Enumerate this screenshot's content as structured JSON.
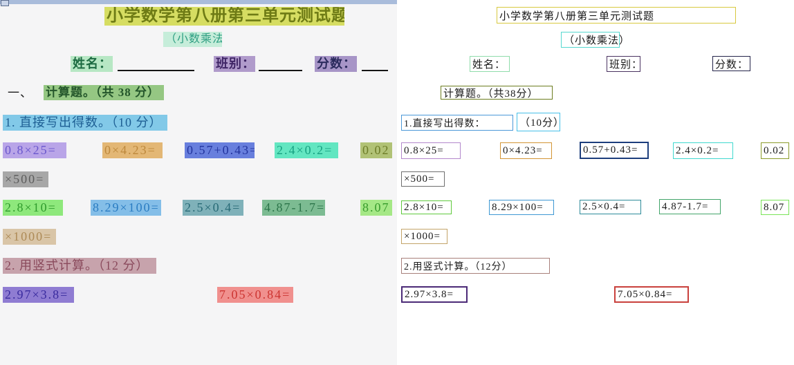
{
  "app": {
    "left_bg": "#f5f5f6",
    "right_bg": "#ffffff",
    "topbar_color": "#a9bcdb",
    "corner_icon": "window-corner-icon"
  },
  "test_paper": {
    "title": "小学数学第八册第三单元测试题",
    "subtitle": "（小数乘法）",
    "section_total_points": "共38分",
    "q1_points": "10分",
    "q2_points": "12分"
  },
  "left": {
    "regions": [
      {
        "id": "title",
        "text": "小学数学第八册第三单元测试题",
        "fill": "#d6dd62",
        "color": "#6e7b15"
      },
      {
        "id": "subtitle",
        "text": "（小数乘法）",
        "fill": "#c6edda",
        "color": "#2e9e82"
      },
      {
        "id": "name-label",
        "text": "姓名：",
        "fill": "#b7e7c4",
        "color": "#1d6b42"
      },
      {
        "id": "class-label",
        "text": "班别：",
        "fill": "#b09bcb",
        "color": "#3f2566"
      },
      {
        "id": "score-label",
        "text": "分数：",
        "fill": "#a795c7",
        "color": "#2a2a5c"
      },
      {
        "id": "section-number",
        "text": "一、",
        "fill": "transparent",
        "color": "#1a1a1a"
      },
      {
        "id": "section-title",
        "text": "计算题。（共 38 分）",
        "fill": "#95c783",
        "color": "#24562b"
      },
      {
        "id": "q1-title",
        "text": "1. 直接写出得数。（10 分）",
        "fill": "#82c9e8",
        "color": "#1d5e93"
      },
      {
        "id": "p1",
        "text": "0.8×25=",
        "fill": "#b9a5e8",
        "color": "#6a57cd"
      },
      {
        "id": "p2",
        "text": "0×4.23=",
        "fill": "#e3b775",
        "color": "#bd883c"
      },
      {
        "id": "p3",
        "text": "0.57+0.43=",
        "fill": "#687fdd",
        "color": "#22349e"
      },
      {
        "id": "p4",
        "text": "2.4×0.2=",
        "fill": "#63e6c1",
        "color": "#17a182"
      },
      {
        "id": "p5a",
        "text": "0.02",
        "fill": "#b1c276",
        "color": "#6d7c28"
      },
      {
        "id": "p5b",
        "text": "×500=",
        "fill": "#a7a7a7",
        "color": "#5c5c5c"
      },
      {
        "id": "p6",
        "text": "2.8×10=",
        "fill": "#8ee87c",
        "color": "#2f9b2c"
      },
      {
        "id": "p7",
        "text": "8.29×100=",
        "fill": "#84bee8",
        "color": "#2a7cc2"
      },
      {
        "id": "p8",
        "text": "2.5×0.4=",
        "fill": "#7fb1b9",
        "color": "#286a76"
      },
      {
        "id": "p9",
        "text": "4.87-1.7=",
        "fill": "#7cbb92",
        "color": "#2b7449"
      },
      {
        "id": "p10a",
        "text": "8.07",
        "fill": "#a5e886",
        "color": "#379b2c"
      },
      {
        "id": "p10b",
        "text": "×1000=",
        "fill": "#d9c5a7",
        "color": "#ad8a56"
      },
      {
        "id": "q2-title",
        "text": "2. 用竖式计算。（12 分）",
        "fill": "#c7a3ac",
        "color": "#8a4a5c"
      },
      {
        "id": "p11",
        "text": "2.97×3.8=",
        "fill": "#8f7cd2",
        "color": "#392a9e"
      },
      {
        "id": "p12",
        "text": "7.05×0.84=",
        "fill": "#f0908e",
        "color": "#cc3431"
      }
    ]
  },
  "right": {
    "regions": [
      {
        "id": "title",
        "text": "小学数学第八册第三单元测试题",
        "border": "#d7c83e"
      },
      {
        "id": "subtitle",
        "text": "（小数乘法）",
        "border": "#55d8d0"
      },
      {
        "id": "name-label",
        "text": "姓名：",
        "border": "#8fdcaa"
      },
      {
        "id": "class-label",
        "text": "班别：",
        "border": "#4a3260"
      },
      {
        "id": "score-label",
        "text": "分数：",
        "border": "#232349"
      },
      {
        "id": "section-title",
        "text": "计算题。（共38分）",
        "border": "#6b7c1e"
      },
      {
        "id": "q1-title",
        "text": "1.直接写出得数：",
        "border": "#4a97d8"
      },
      {
        "id": "q1-points",
        "text": "（10分）",
        "border": "#45bfe8"
      },
      {
        "id": "p1",
        "text": "0.8×25=",
        "border": "#b287cb"
      },
      {
        "id": "p2",
        "text": "0×4.23=",
        "border": "#d29434"
      },
      {
        "id": "p3",
        "text": "0.57+0.43=",
        "border": "#1c3d7c"
      },
      {
        "id": "p4",
        "text": "2.4×0.2=",
        "border": "#3fd8cf"
      },
      {
        "id": "p5a",
        "text": "0.02",
        "border": "#8b9b2a"
      },
      {
        "id": "p5b",
        "text": "×500=",
        "border": "#6e6e6e"
      },
      {
        "id": "p6",
        "text": "2.8×10=",
        "border": "#5ec93c"
      },
      {
        "id": "p7",
        "text": "8.29×100=",
        "border": "#3d97d3"
      },
      {
        "id": "p8",
        "text": "2.5×0.4=",
        "border": "#2c8a99"
      },
      {
        "id": "p9",
        "text": "4.87-1.7=",
        "border": "#42a469"
      },
      {
        "id": "p10a",
        "text": "8.07",
        "border": "#79e457"
      },
      {
        "id": "p10b",
        "text": "×1000=",
        "border": "#c3a368"
      },
      {
        "id": "q2-title",
        "text": "2.用竖式计算。（12分）",
        "border": "#a87f7a"
      },
      {
        "id": "p11",
        "text": "2.97×3.8=",
        "border": "#4b2a77"
      },
      {
        "id": "p12",
        "text": "7.05×0.84=",
        "border": "#c9403c"
      }
    ]
  }
}
